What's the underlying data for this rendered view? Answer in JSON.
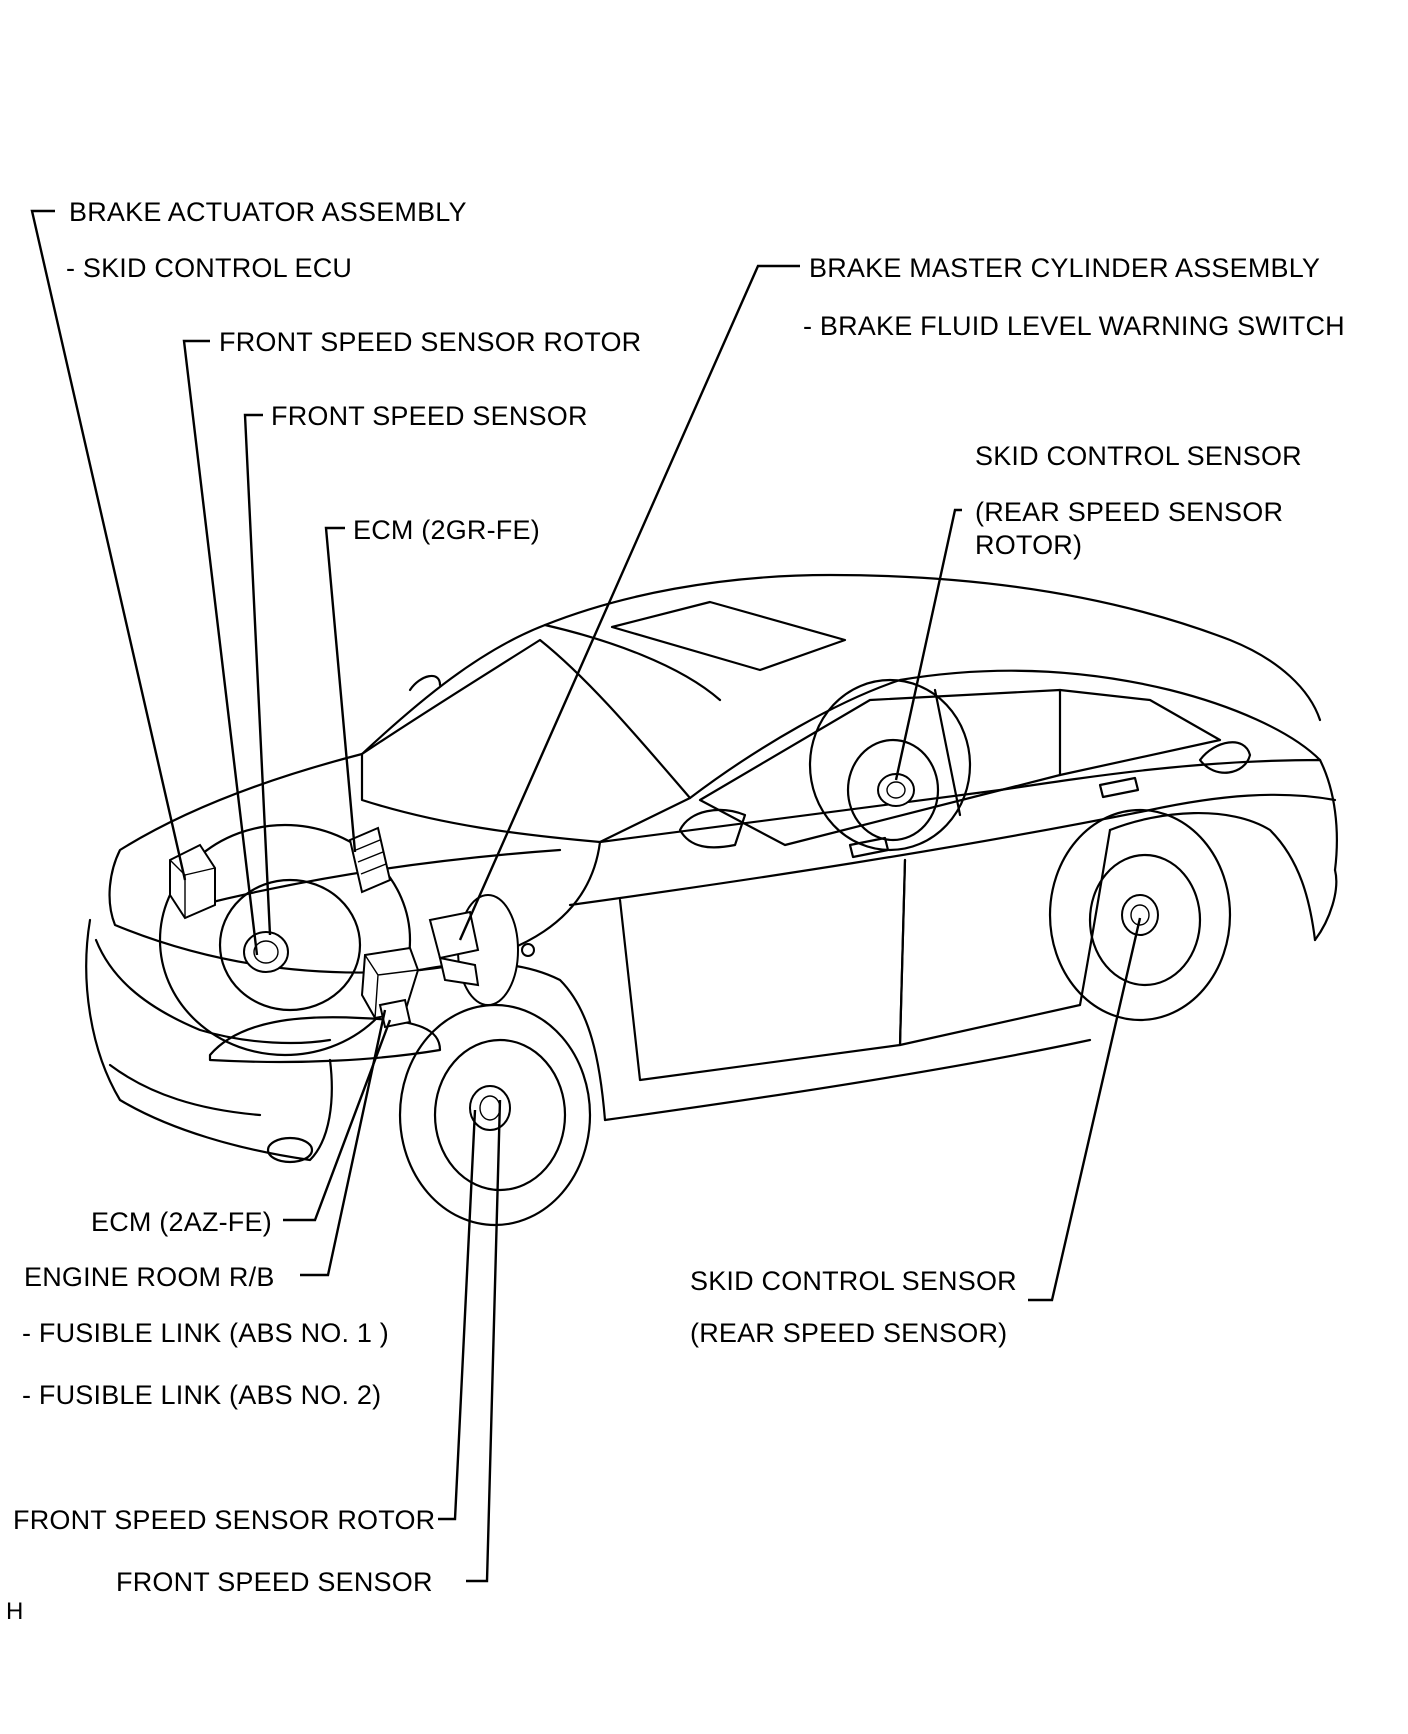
{
  "labels": {
    "brake_actuator": "BRAKE ACTUATOR ASSEMBLY",
    "skid_control_ecu": "- SKID CONTROL ECU",
    "front_rotor_top": "FRONT SPEED SENSOR ROTOR",
    "front_sensor_top": "FRONT SPEED SENSOR",
    "ecm_2gr": "ECM (2GR-FE)",
    "master_cylinder": "BRAKE MASTER CYLINDER ASSEMBLY",
    "fluid_switch": "- BRAKE FLUID LEVEL WARNING SWITCH",
    "skid_sensor_rotor": "SKID CONTROL SENSOR",
    "rear_rotor_line1": "(REAR SPEED SENSOR",
    "rear_rotor_line2": "ROTOR)",
    "ecm_2az": "ECM (2AZ-FE)",
    "engine_room_rb": "ENGINE ROOM R/B",
    "fusible_1": "- FUSIBLE LINK (ABS NO. 1 )",
    "fusible_2": "- FUSIBLE LINK (ABS NO. 2)",
    "skid_sensor_rear": "SKID CONTROL SENSOR",
    "rear_sensor": "(REAR SPEED SENSOR)",
    "front_rotor_bottom": "FRONT SPEED SENSOR ROTOR",
    "front_sensor_bottom": "FRONT SPEED SENSOR",
    "corner_mark": "H"
  },
  "colors": {
    "ink": "#000000",
    "paper": "#ffffff"
  }
}
